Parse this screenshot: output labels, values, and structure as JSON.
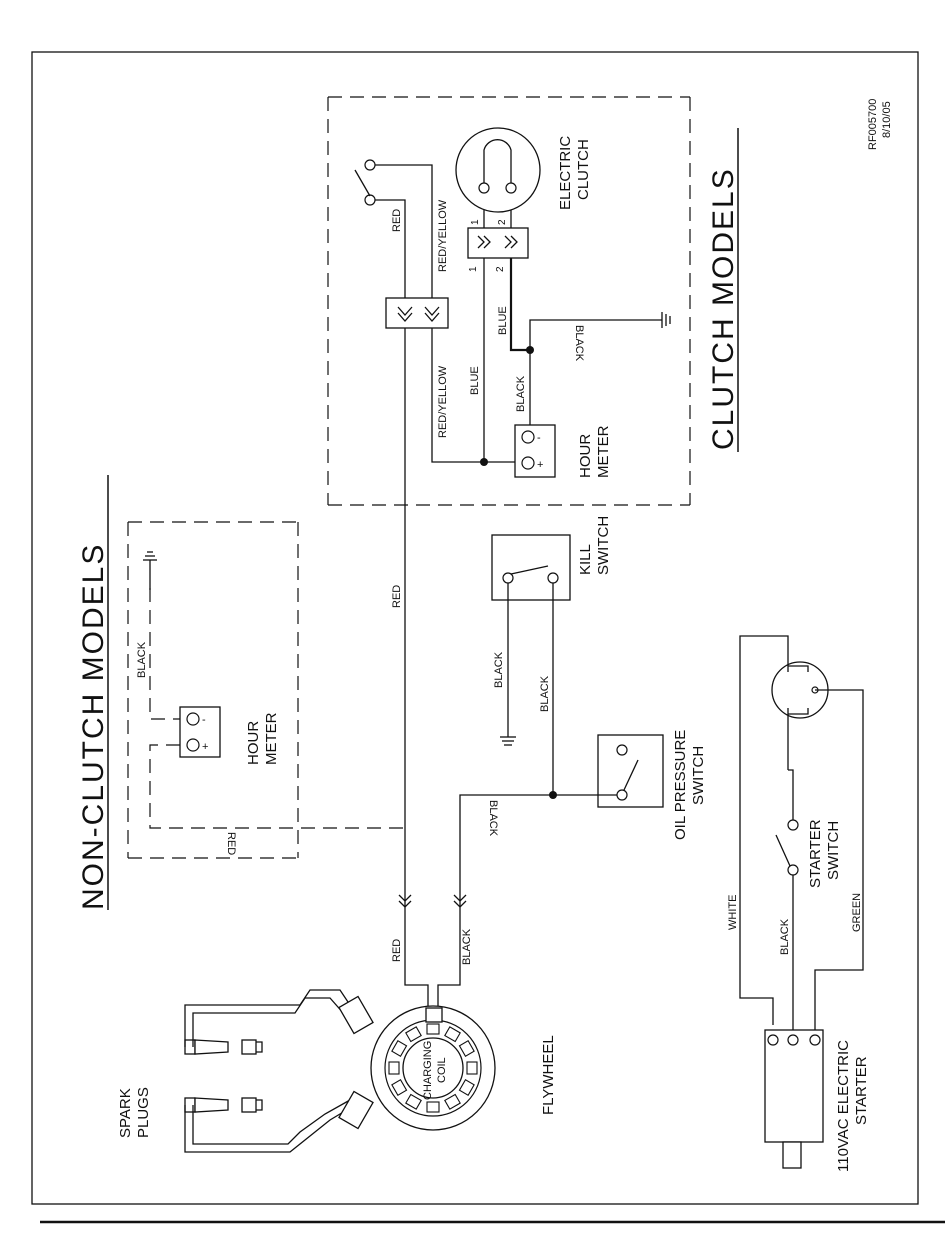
{
  "doc": {
    "id": "RF005700",
    "date": "8/10/05"
  },
  "sections": {
    "non_clutch_title": "NON-CLUTCH MODELS",
    "clutch_title": "CLUTCH MODELS"
  },
  "components": {
    "spark_plugs_1": "SPARK",
    "spark_plugs_2": "PLUGS",
    "flywheel": "FLYWHEEL",
    "charging_coil_1": "CHARGING",
    "charging_coil_2": "COIL",
    "hour_meter_1": "HOUR",
    "hour_meter_2": "METER",
    "kill_switch_1": "KILL",
    "kill_switch_2": "SWITCH",
    "oil_pressure_1": "OIL  PRESSURE",
    "oil_pressure_2": "SWITCH",
    "electric_clutch_1": "ELECTRIC",
    "electric_clutch_2": "CLUTCH",
    "starter_switch_1": "STARTER",
    "starter_switch_2": "SWITCH",
    "electric_starter_1": "110VAC  ELECTRIC",
    "electric_starter_2": "STARTER"
  },
  "wires": {
    "red": "RED",
    "black": "BLACK",
    "blue": "BLUE",
    "red_yellow": "RED/YELLOW",
    "white": "WHITE",
    "green": "GREEN"
  },
  "pins": {
    "one": "1",
    "two": "2",
    "plus": "+",
    "minus": "-"
  }
}
